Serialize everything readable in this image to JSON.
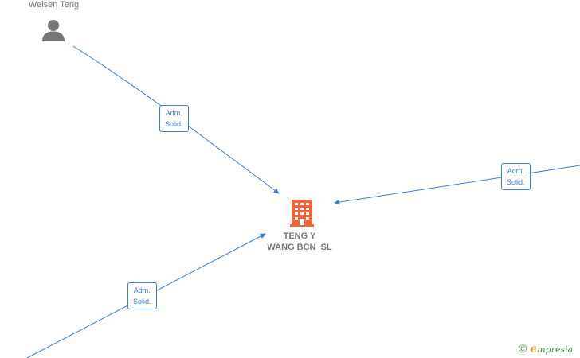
{
  "nodes": {
    "person": {
      "name": "Weisen Teng",
      "icon": "person-icon"
    },
    "company": {
      "name_line1": "TENG Y",
      "name_line2": "WANG BCN  SL",
      "icon": "building-icon"
    }
  },
  "edges": [
    {
      "label_line1": "Adm.",
      "label_line2": "Solid."
    },
    {
      "label_line1": "Adm.",
      "label_line2": "Solid."
    },
    {
      "label_line1": "Adm.",
      "label_line2": "Solid."
    }
  ],
  "footer": {
    "copyright": "©",
    "brand_initial": "e",
    "brand_rest": "mpresia"
  },
  "colors": {
    "edge": "#3b7fd0",
    "building": "#f0643a",
    "person": "#777777",
    "text": "#777777"
  }
}
